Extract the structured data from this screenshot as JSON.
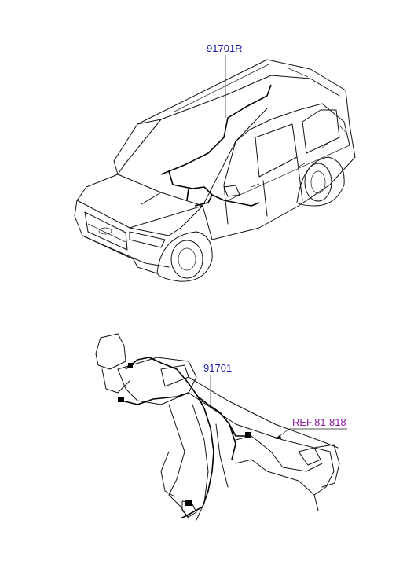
{
  "parts": {
    "roof_harness_label": "91701R",
    "main_harness_label": "91701",
    "reference_label": "REF.81-818"
  },
  "colors": {
    "part_label": "#1a1aa6",
    "reference_label": "#8a1aa0",
    "line": "#111111"
  }
}
